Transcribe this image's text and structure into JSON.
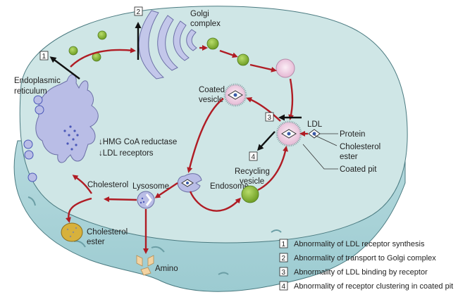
{
  "title": "LDL receptor pathway and classes of receptor abnormality",
  "labels": {
    "endoplasmic_reticulum": [
      "Endoplasmic",
      "reticulum"
    ],
    "golgi": [
      "Golgi",
      "complex"
    ],
    "coated_vesicle": [
      "Coated",
      "vesicle"
    ],
    "endosome": "Endosome",
    "lysosome": "Lysosome",
    "cholesterol": "Cholesterol",
    "cholesterol_ester_cell": [
      "Cholesterol",
      "ester"
    ],
    "amino": "Amino",
    "recycling_vesicle": [
      "Recycling",
      "vesicle"
    ],
    "ldl": "LDL",
    "protein": "Protein",
    "cholesterol_ester_ldl": [
      "Cholesterol",
      "ester"
    ],
    "coated_pit": "Coated pit",
    "regulation": [
      "↓HMG CoA reductase",
      "↓LDL receptors"
    ]
  },
  "markers": [
    "1",
    "2",
    "3",
    "4"
  ],
  "legend": [
    {
      "num": "1",
      "text": "Abnormality of LDL receptor synthesis"
    },
    {
      "num": "2",
      "text": "Abnormality of transport to Golgi complex"
    },
    {
      "num": "3",
      "text": "Abnormality of LDL binding by receptor"
    },
    {
      "num": "4",
      "text": "Abnormality of receptor clustering in coated pit"
    }
  ],
  "colors": {
    "cell_top": "#cfe6e6",
    "cell_side": "#a9d3d8",
    "outline": "#4a7a80",
    "pathway_arrow": "#b01c24",
    "defect_arrow": "#111111",
    "vesicle_green": "#8dbb3a",
    "vesicle_pink": "#eecbe0",
    "organelle_blue": "#b9bde6",
    "ester_gold": "#d7b13c",
    "amino_tan": "#f2d3a2"
  }
}
